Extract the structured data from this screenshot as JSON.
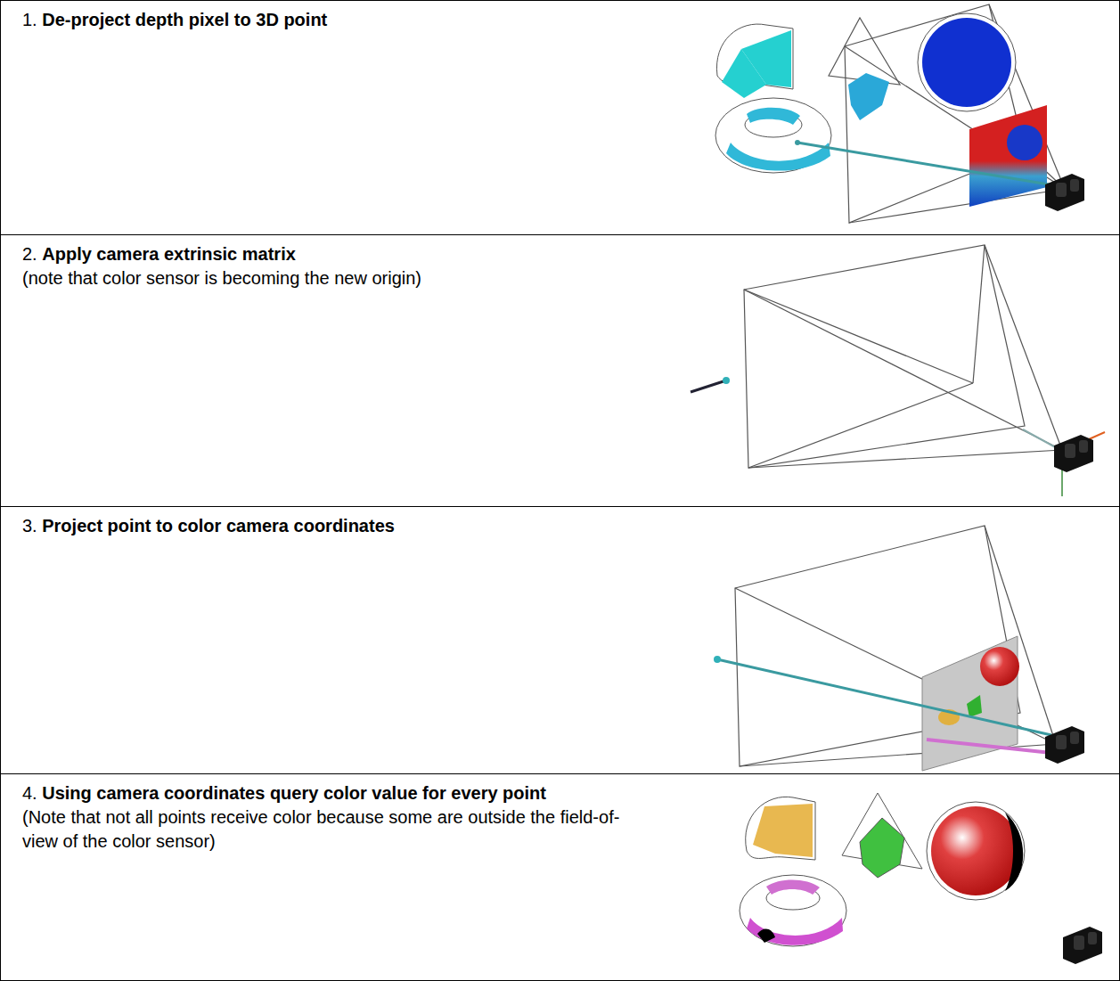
{
  "diagram": {
    "nodes": [
      {
        "text": [
          "1.",
          "De-project depth pixel to 3D point"
        ]
      },
      {
        "text": [
          "2.",
          "Apply camera extrinsic matrix",
          "(note that color sensor is becoming the new origin)"
        ]
      },
      {
        "text": [
          "3.",
          "Project point to color camera coordinates"
        ]
      },
      {
        "text": [
          "4.",
          "Using camera coordinates query color value for every point",
          "(Note that not all points receive color because some are outside the field-of-view of the color sensor)"
        ]
      }
    ]
  }
}
